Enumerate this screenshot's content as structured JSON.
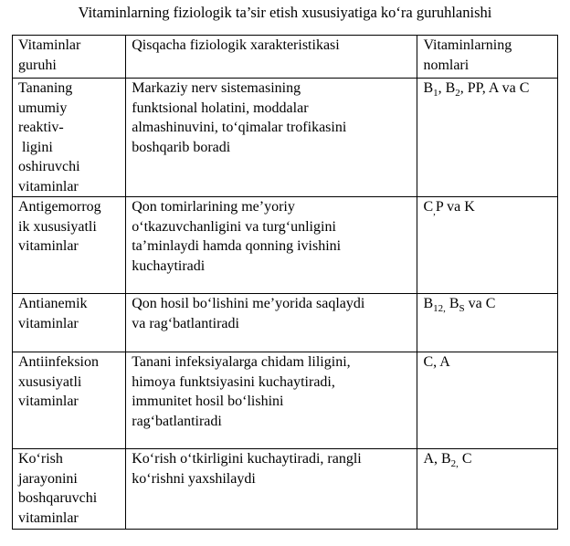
{
  "document": {
    "title": "Vitaminlarning fiziologik ta’sir etish xususiyatiga ko‘ra guruhlanishi"
  },
  "table": {
    "headers": [
      [
        "Vitaminlar",
        "guruhi"
      ],
      [
        "Qisqacha fiziologik xarakteristikasi"
      ],
      [
        "Vitaminlarning",
        "nomlari"
      ]
    ],
    "rows": [
      {
        "group": [
          "Tananing",
          "umumiy",
          "reaktiv-",
          " ligini",
          "oshiruvchi",
          "vitaminlar"
        ],
        "description": [
          "Markaziy nerv sistemasining",
          "funktsional holatini, moddalar",
          "almashinuvini, to‘qimalar trofikasini",
          "boshqarib boradi"
        ],
        "names": {
          "pre": "B",
          "s1": "1",
          "mid1": ", B",
          "s2": "2",
          "post": ", PP, A va C"
        }
      },
      {
        "group": [
          "Antigemorrog",
          "ik xususiyatli",
          "vitaminlar"
        ],
        "description": [
          "Qon tomirlarining me’yoriy",
          "o‘tkazuvchanligini va turg‘unligini",
          "ta’minlaydi hamda qonning ivishini",
          "kuchaytiradi"
        ],
        "names": {
          "pre": "C",
          "s1": ",",
          "mid1": "P va K",
          "s2": "",
          "post": ""
        }
      },
      {
        "group": [
          "Antianemik",
          "vitaminlar"
        ],
        "description": [
          "Qon hosil bo‘lishini me’yorida saqlaydi",
          "va rag‘batlantiradi"
        ],
        "names": {
          "pre": "B",
          "s1": "12,",
          "mid1": " B",
          "s2": "S",
          "post": " va C"
        }
      },
      {
        "group": [
          "Antiinfeksion",
          "xususiyatli",
          "vitaminlar"
        ],
        "description": [
          "Tanani infeksiyalarga chidam liligini,",
          "himoya funktsiyasini kuchaytiradi,",
          "immunitet hosil bo‘lishini",
          "rag‘batlantiradi"
        ],
        "names": {
          "pre": "C, A",
          "s1": "",
          "mid1": "",
          "s2": "",
          "post": ""
        }
      },
      {
        "group": [
          "Ko‘rish",
          "jarayonini",
          "boshqaruvchi",
          "vitaminlar"
        ],
        "description": [
          "Ko‘rish o‘tkirligini kuchaytiradi, rangli",
          "ko‘rishni yaxshilaydi"
        ],
        "names": {
          "pre": "A, B",
          "s1": "2,",
          "mid1": " C",
          "s2": "",
          "post": ""
        }
      }
    ]
  }
}
